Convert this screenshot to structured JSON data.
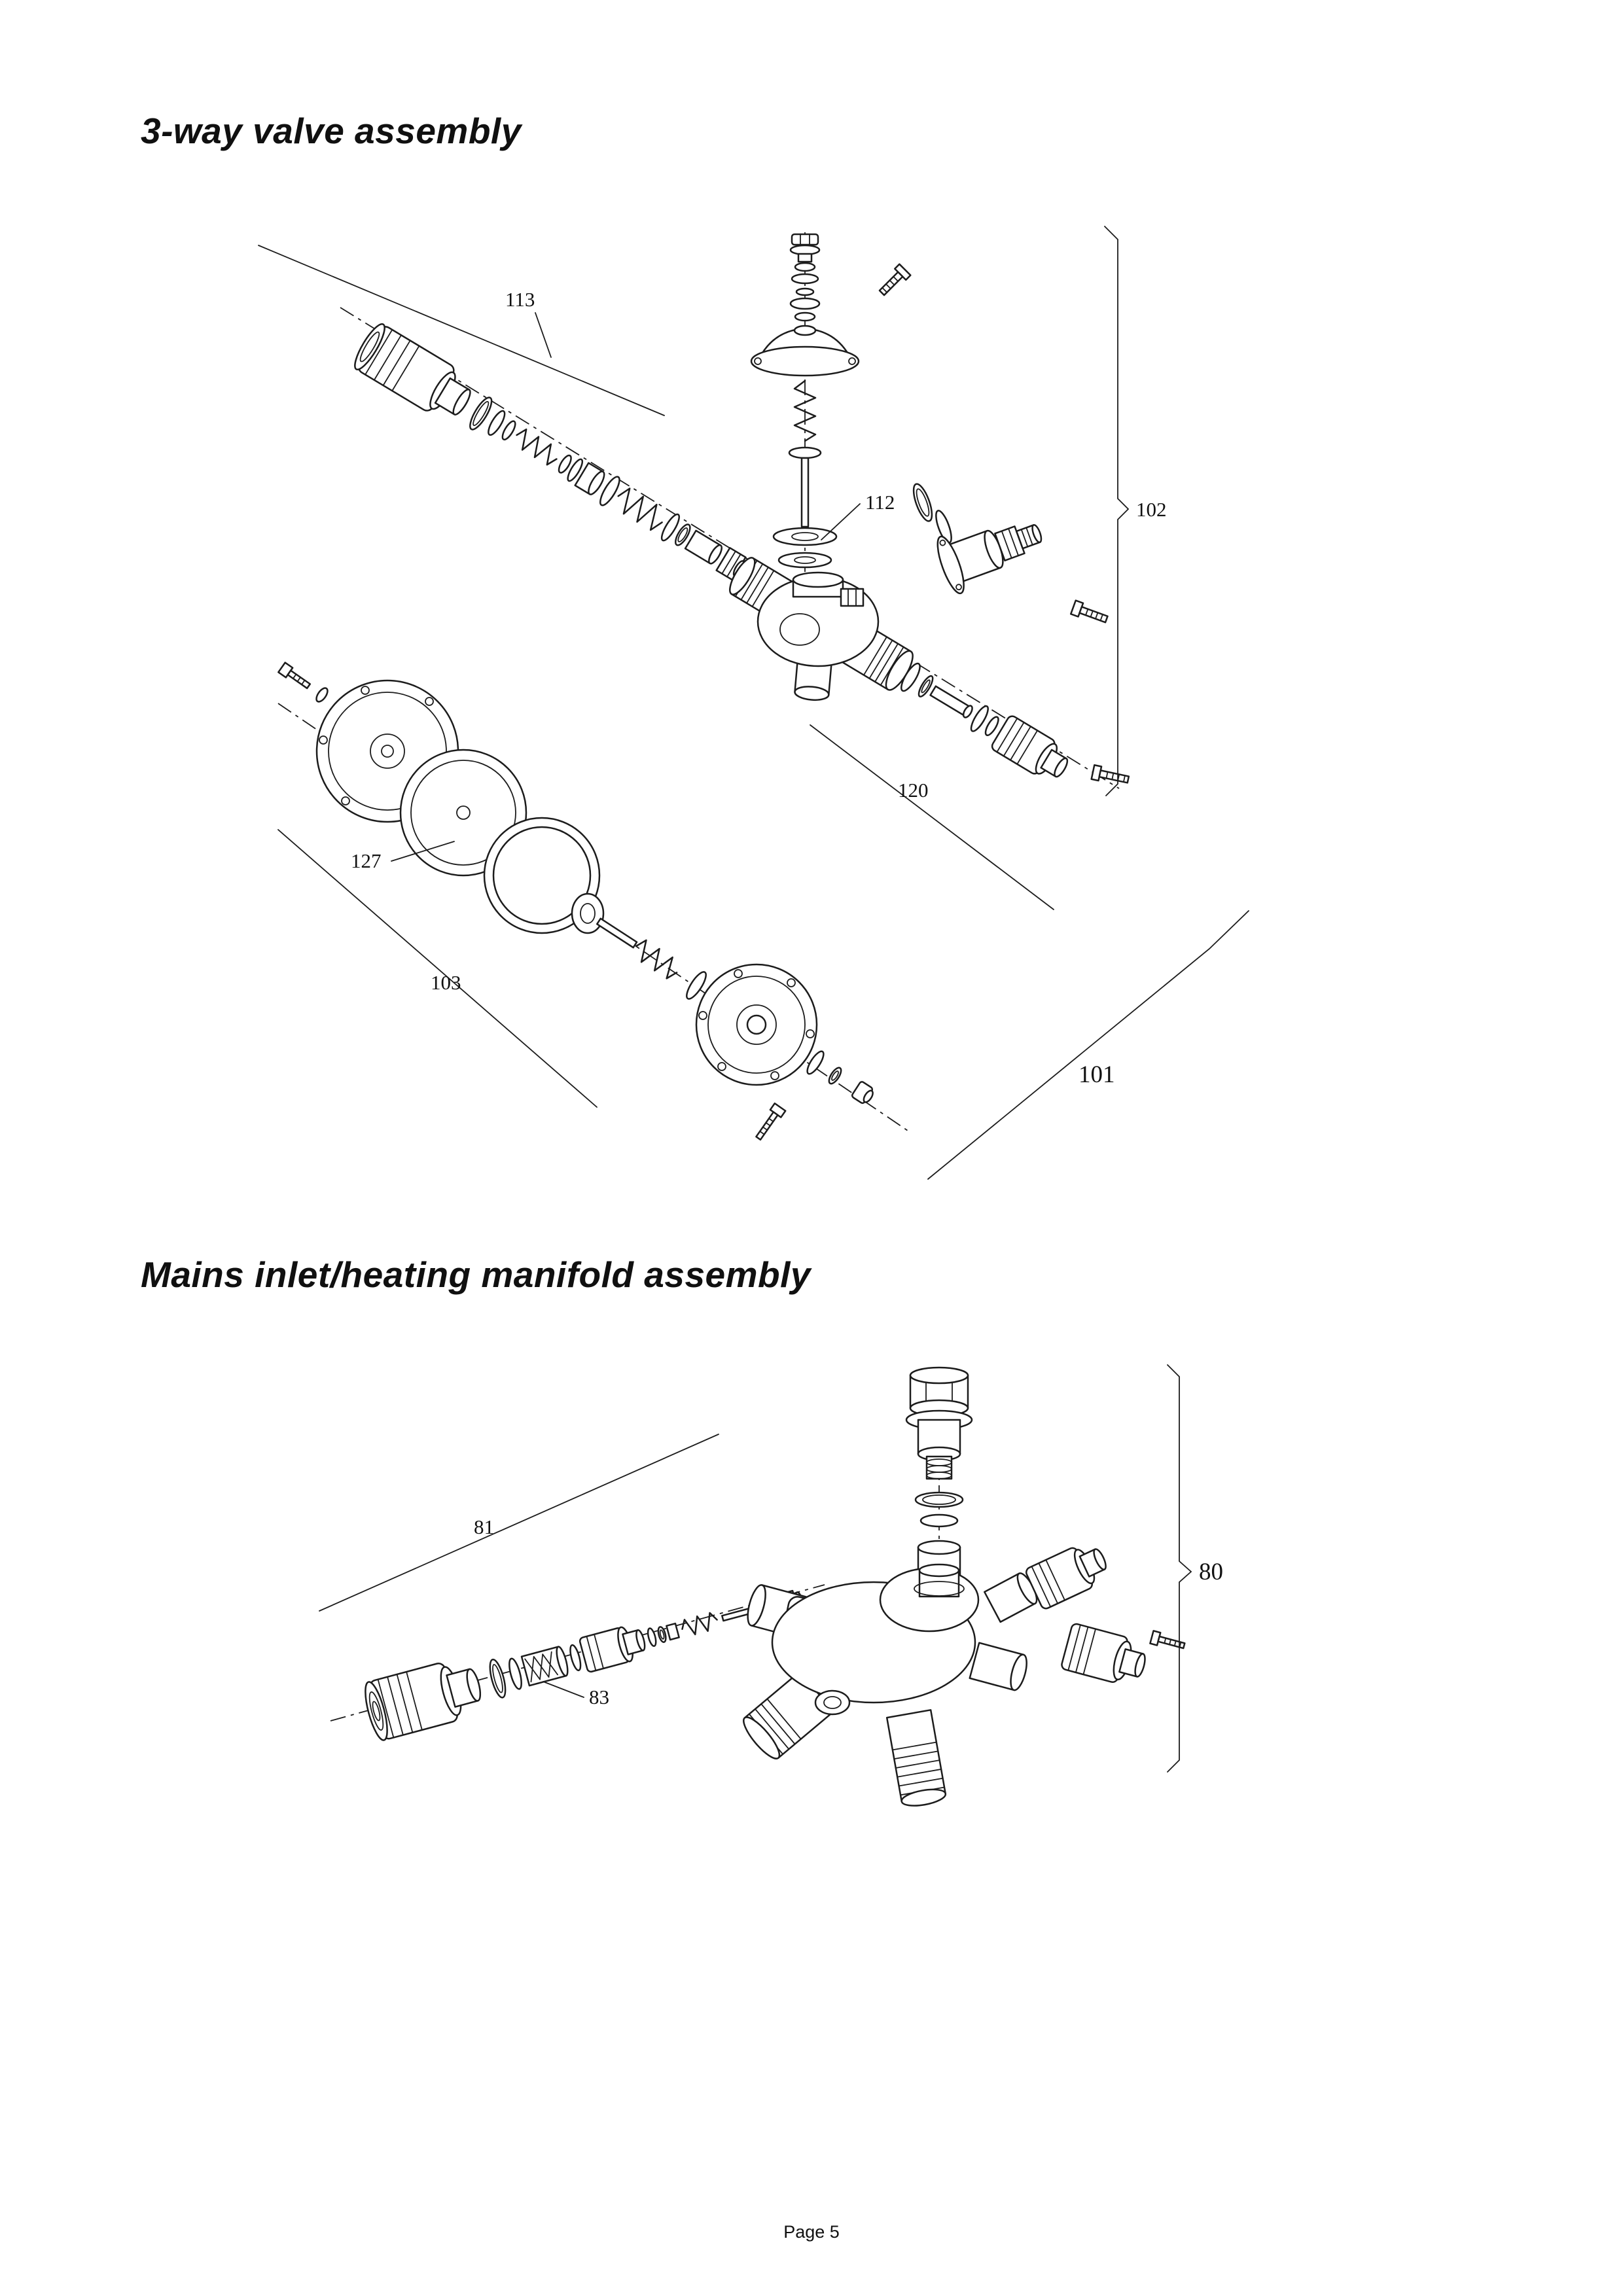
{
  "page": {
    "footer": "Page 5",
    "ink_color": "#1c1c1c",
    "background": "#ffffff"
  },
  "sections": {
    "valve": {
      "title": "3-way valve assembly"
    },
    "manifold": {
      "title": "Mains inlet/heating manifold assembly"
    }
  },
  "diagram_valve": {
    "type": "exploded-parts-diagram",
    "callouts": {
      "c113": "113",
      "c112": "112",
      "c102": "102",
      "c120": "120",
      "c127": "127",
      "c103": "103",
      "c101": "101"
    }
  },
  "diagram_manifold": {
    "type": "exploded-parts-diagram",
    "callouts": {
      "c81": "81",
      "c83": "83",
      "c80": "80"
    }
  }
}
